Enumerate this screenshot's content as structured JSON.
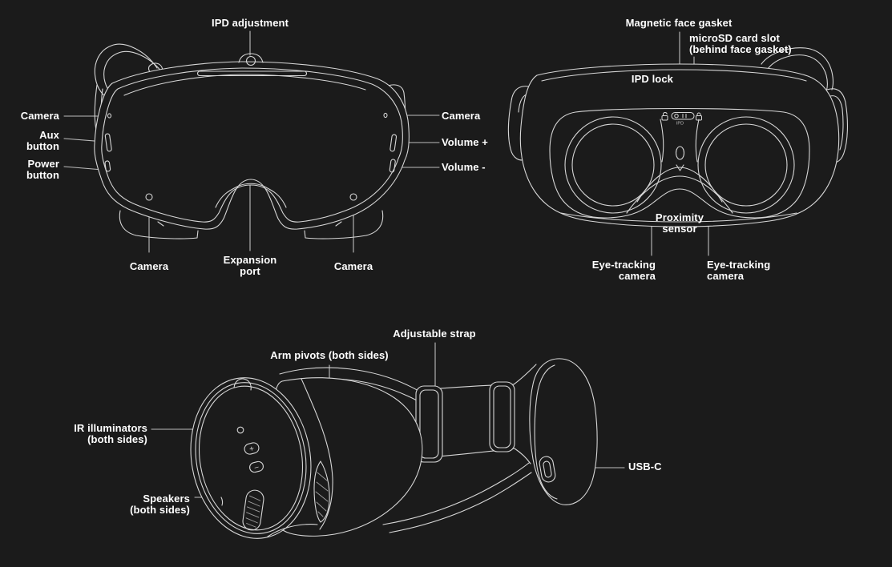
{
  "meta": {
    "background": "#1b1b1b",
    "line_color": "#d6d6d6",
    "secondary_line_color": "#9f9f9f",
    "leader_color": "#bdbdbd",
    "text_color": "#ffffff"
  },
  "front_view": {
    "labels": {
      "ipd_adjustment": "IPD adjustment",
      "camera_left": "Camera",
      "aux_button": [
        "Aux",
        "button"
      ],
      "power_button": [
        "Power",
        "button"
      ],
      "camera_right": "Camera",
      "volume_up": "Volume +",
      "volume_down": "Volume -",
      "camera_bottom_left": "Camera",
      "expansion_port": [
        "Expansion",
        "port"
      ],
      "camera_bottom_right": "Camera"
    }
  },
  "rear_view": {
    "labels": {
      "magnetic_face_gasket": "Magnetic face gasket",
      "microsd_card_slot": [
        "microSD card slot",
        "(behind face gasket)"
      ],
      "ipd_lock": "IPD lock",
      "proximity_sensor": [
        "Proximity",
        "sensor"
      ],
      "eye_tracking_camera_left": [
        "Eye-tracking",
        "camera"
      ],
      "eye_tracking_camera_right": [
        "Eye-tracking",
        "camera"
      ]
    },
    "engravings": {
      "ipd": "IPD"
    }
  },
  "side_view": {
    "labels": {
      "adjustable_strap": "Adjustable strap",
      "arm_pivots": "Arm pivots (both sides)",
      "ir_illuminators": [
        "IR illuminators",
        "(both sides)"
      ],
      "speakers": [
        "Speakers",
        "(both sides)"
      ],
      "usb_c": "USB-C"
    },
    "engravings": {
      "volume_up": "+",
      "volume_down": "–"
    }
  }
}
